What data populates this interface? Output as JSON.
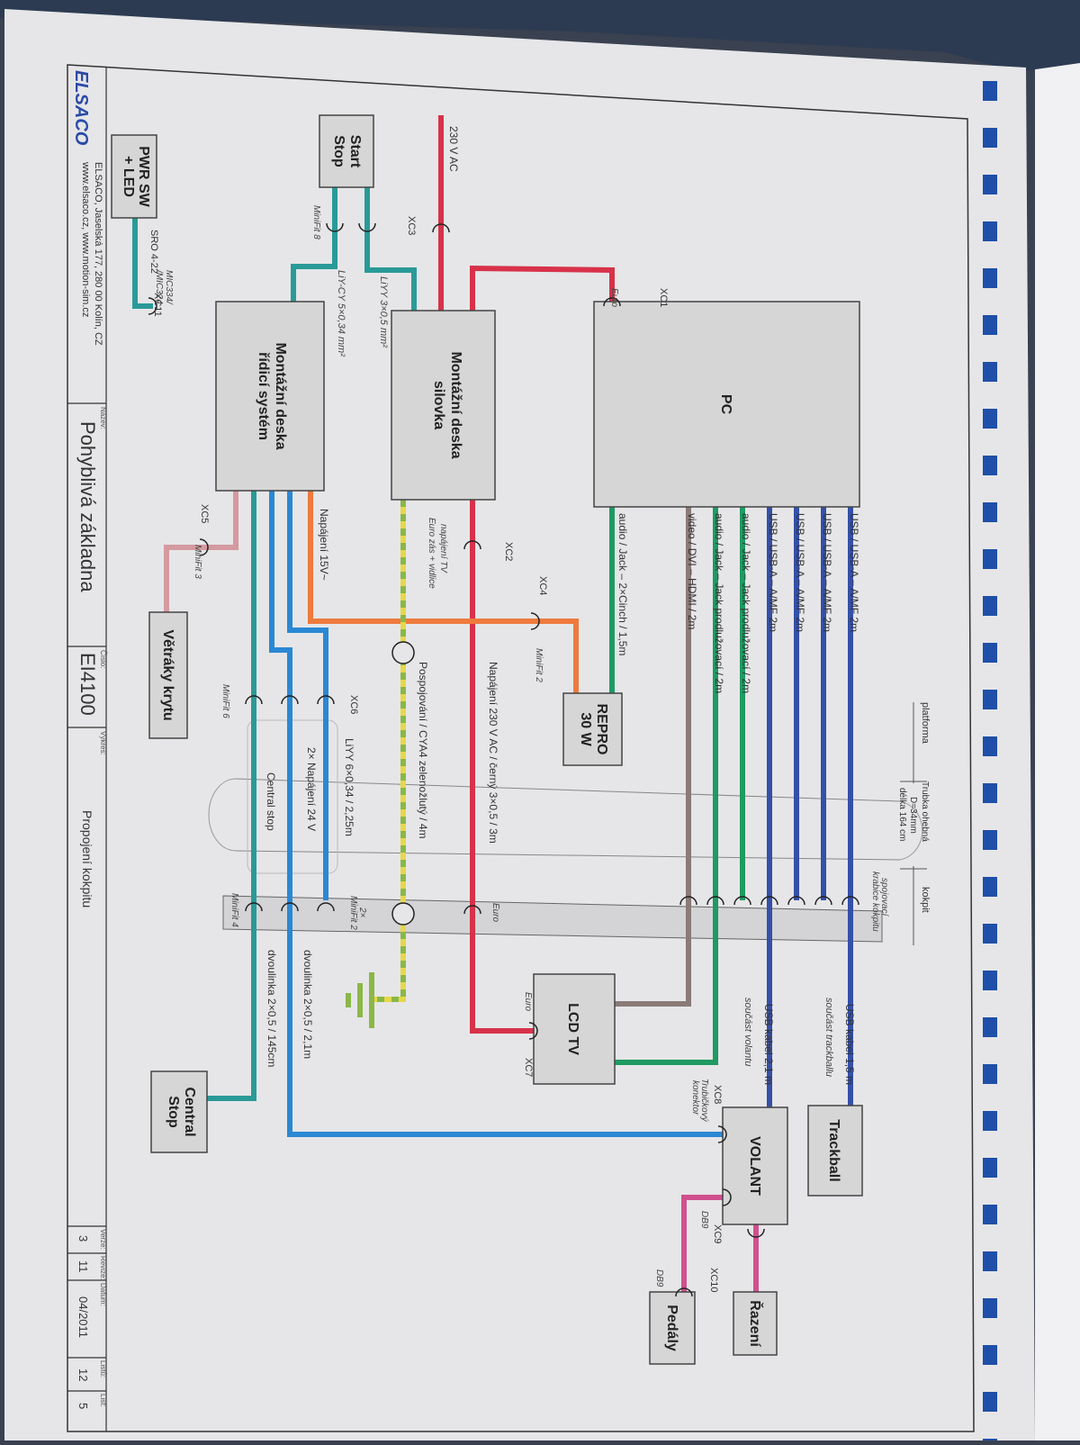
{
  "title_block": {
    "company_name": "ELSACO, Jaselská 177, 280 00 Kolín, CZ",
    "company_web": "www.elsaco.cz, www.motion-sim.cz",
    "logo_text": "ELSACO",
    "nazev_label": "Název:",
    "nazev_value": "Pohyblivá základna",
    "cislo_label": "Číslo:",
    "cislo_value": "EI4100",
    "vykres_label": "Výkres:",
    "vykres_value": "Propojení kokpitu",
    "verze_label": "Verze:",
    "verze_value": "3",
    "revize_label": "Revize:",
    "revize_value": "11",
    "datum_label": "Datum:",
    "datum_value": "04/2011",
    "listu_label": "Listů:",
    "listu_value": "12",
    "list_label": "List:",
    "list_value": "5"
  },
  "blocks": {
    "pwr_sw": [
      "PWR SW",
      "+ LED"
    ],
    "start_stop": [
      "Start",
      "Stop"
    ],
    "pc": [
      "PC"
    ],
    "silovka": [
      "Montážní deska",
      "silovka"
    ],
    "ridici": [
      "Montážní deska",
      "řídicí systém"
    ],
    "vetraky": [
      "Větráky krytu"
    ],
    "repro": [
      "REPRO",
      "30 W"
    ],
    "lcd_tv": [
      "LCD TV"
    ],
    "trackball": [
      "Trackball"
    ],
    "volant": [
      "VOLANT"
    ],
    "central_stop": [
      "Central",
      "Stop"
    ],
    "razeni": [
      "Řazení"
    ],
    "pedaly": [
      "Pedály"
    ]
  },
  "labels": {
    "v230": "230 V AC",
    "sro": "SRO 4-22",
    "mic": "MIC334/",
    "mic2": "/MIC324",
    "xc11": "XC11",
    "xc1": "XC1",
    "euro1": "Euro",
    "xc3": "XC3",
    "minifit8": "MiniFit 8",
    "liyy3": "LiYY 3×0,5 mm²",
    "liycy5": "LiY-CY 5×0,34 mm²",
    "xc5": "XC5",
    "minifit3": "MiniFit 3",
    "xc2": "XC2",
    "napajeni_tv": "napájení TV",
    "euro_zas": "Euro zás + vidlice",
    "napajeni15": "Napájení 15V~",
    "xc4": "XC4",
    "minifit2": "MiniFit 2",
    "usb1": "USB / USB-A – A/MF 2m",
    "usb2": "USB / USB-A – A/MF 2m",
    "usb3": "USB / USB-A – A/MF 2m",
    "usb4": "USB / USB-A – A/MF 2m",
    "audio1": "audio / Jack – Jack prodlužovací / 2m",
    "audio2": "audio / Jack – Jack prodlužovací / 2m",
    "video": "video / DVI – HDMI / 2m",
    "audio_cinch": "audio / Jack – 2×Cinch / 1,5m",
    "napajeni230": "Napájení 230 V AC / černý 3×0,5 / 3m",
    "pospojovani": "Pospojování / CYA4 zelenožlutý / 4m",
    "xc6": "XC6",
    "liyy6": "LiYY 6×0,34 / 2,25m",
    "napajeni24": "2× Napájení 24 V",
    "central_stop_cable": "Central stop",
    "minifit6": "MiniFit 6",
    "platforma": "platforma",
    "kokpit": "kokpit",
    "trubka1": "Trubka ohebná",
    "trubka2": "D=34mm",
    "trubka3": "délka 164 cm",
    "spojovaci1": "spojovací",
    "spojovaci2": "krabice kokpitu",
    "minifit2x_a": "2×",
    "minifit2x_b": "MiniFit 2",
    "minifit4": "MiniFit 4",
    "euro2": "Euro",
    "dvoulinka1": "dvoulinka 2×0,5 / 2,1m",
    "dvoulinka2": "dvoulinka 2×0,5 / 145cm",
    "euro7": "Euro",
    "xc7": "XC7",
    "usb_trackball1": "USB kabel 1,5 m",
    "usb_trackball2": "součást trackballu",
    "usb_volant1": "USB kabel 2,1 m",
    "usb_volant2": "součást volantu",
    "xc8": "XC8",
    "trubickovy1": "Trubičkový",
    "trubickovy2": "konektor",
    "xc9": "XC9",
    "db9a": "DB9",
    "xc10": "XC10",
    "db9b": "DB9"
  },
  "colors": {
    "power_red": "#d8324a",
    "usb_blue": "#3550a8",
    "audio_green": "#1f9a62",
    "video_brown": "#8a7a78",
    "teal": "#2a9a98",
    "light_blue": "#2a88d4",
    "orange": "#ee7a3e",
    "pink_fan": "#d49aa0",
    "magenta": "#d0508e",
    "ground_green": "#8ab848",
    "ground_yellow": "#e6d84a",
    "paper": "#e6e6e8"
  }
}
